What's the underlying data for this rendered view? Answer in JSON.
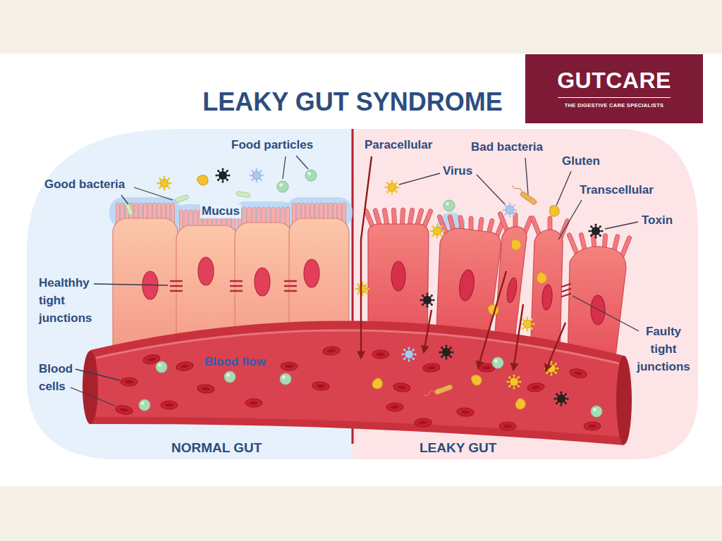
{
  "diagram": {
    "title": "LEAKY GUT SYNDROME",
    "nodes": [
      {
        "text": [
          "GUTCARE",
          "THE DIGESTIVE CARE SPECIALISTS"
        ]
      }
    ],
    "labels": [
      "Food particles",
      "Paracellular",
      "Bad bacteria",
      "Gluten",
      "Virus",
      "Good bacteria",
      "Transcellular",
      "Mucus",
      "Toxin",
      "Healthhy tight junctions",
      "Faulty tight junctions",
      "Blood flow",
      "Blood cells",
      "NORMAL GUT",
      "LEAKY GUT"
    ]
  }
}
